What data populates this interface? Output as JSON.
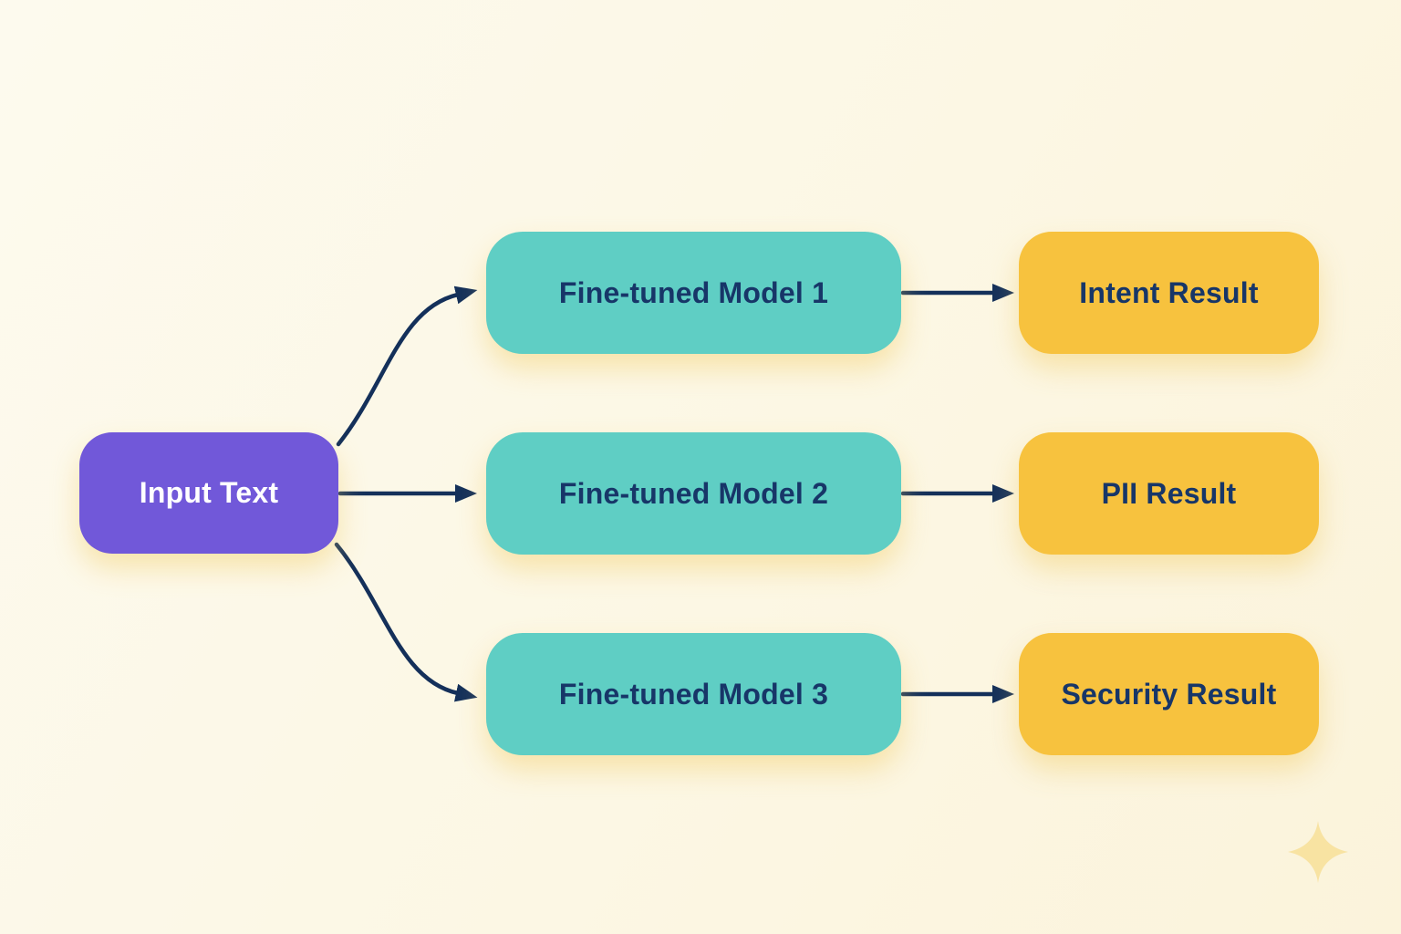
{
  "colors": {
    "background_top": "#FDFAEE",
    "background_bottom": "#FBF3DB",
    "input_fill": "#7158D9",
    "model_fill": "#5FCEC4",
    "result_fill": "#F7C23E",
    "text_on_input": "#FFFFFF",
    "text_on_boxes": "#173668",
    "arrow": "#14305A",
    "sparkle": "#F8E3A2",
    "glow": "rgba(242,205,100,0.45)"
  },
  "diagram": {
    "input_node": {
      "label": "Input Text"
    },
    "model_nodes": [
      {
        "label": "Fine-tuned Model 1"
      },
      {
        "label": "Fine-tuned Model 2"
      },
      {
        "label": "Fine-tuned Model 3"
      }
    ],
    "result_nodes": [
      {
        "label": "Intent Result"
      },
      {
        "label": "PII Result"
      },
      {
        "label": "Security Result"
      }
    ],
    "connections": [
      {
        "from": "Input Text",
        "to": "Fine-tuned Model 1"
      },
      {
        "from": "Input Text",
        "to": "Fine-tuned Model 2"
      },
      {
        "from": "Input Text",
        "to": "Fine-tuned Model 3"
      },
      {
        "from": "Fine-tuned Model 1",
        "to": "Intent Result"
      },
      {
        "from": "Fine-tuned Model 2",
        "to": "PII Result"
      },
      {
        "from": "Fine-tuned Model 3",
        "to": "Security Result"
      }
    ]
  }
}
